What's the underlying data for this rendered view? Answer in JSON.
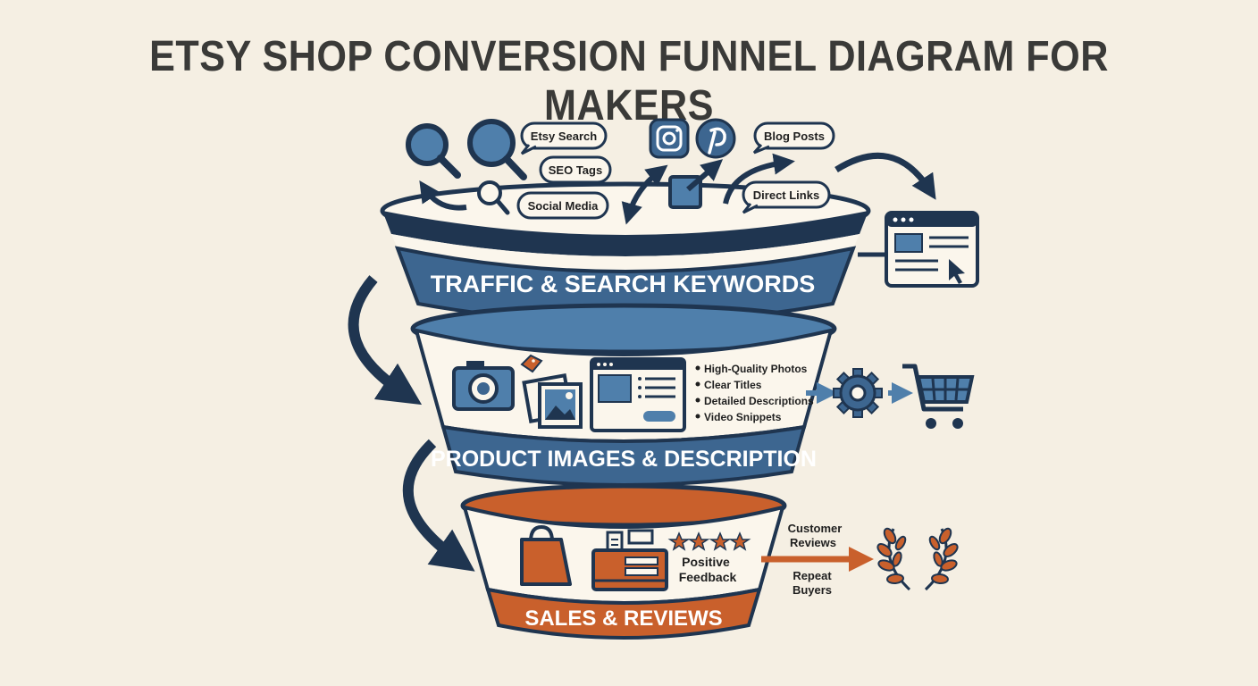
{
  "title": "ETSY SHOP CONVERSION FUNNEL DIAGRAM FOR MAKERS",
  "colors": {
    "background": "#f5efe3",
    "navy": "#1f3550",
    "blue": "#3d6690",
    "light_blue": "#4f7fab",
    "orange": "#c9602c",
    "cream": "#fbf6ec"
  },
  "traffic_sources": {
    "bubbles": [
      "Etsy Search",
      "SEO Tags",
      "Social Media",
      "Blog Posts",
      "Direct Links"
    ],
    "icons": [
      "magnifier-icon",
      "instagram-icon",
      "pinterest-icon",
      "share-icon",
      "browser-icon"
    ]
  },
  "stages": [
    {
      "label": "TRAFFIC & SEARCH KEYWORDS"
    },
    {
      "label": "PRODUCT IMAGES & DESCRIPTION",
      "bullets": [
        "High-Quality Photos",
        "Clear Titles",
        "Detailed Descriptions",
        "Video Snippets"
      ]
    },
    {
      "label": "SALES & REVIEWS",
      "feedback_label": [
        "Positive",
        "Feedback"
      ]
    }
  ],
  "outcomes": {
    "reviews": [
      "Customer",
      "Reviews"
    ],
    "repeat": [
      "Repeat",
      "Buyers"
    ]
  }
}
